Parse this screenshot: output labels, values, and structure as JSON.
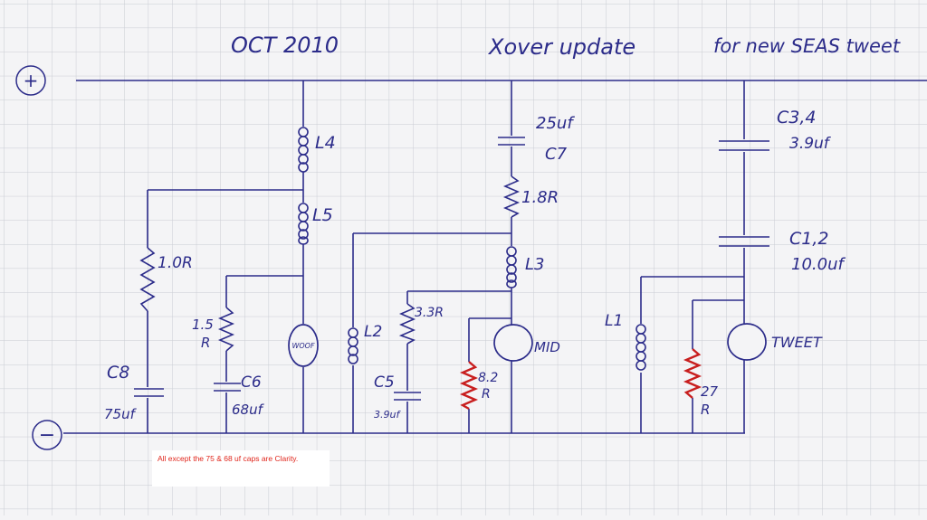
{
  "header": {
    "date": "OCT 2010",
    "title": "Xover update",
    "subtitle": "for new SEAS tweet"
  },
  "rails": {
    "positive": "+",
    "negative": "−"
  },
  "components": {
    "l4": "L4",
    "l5": "L5",
    "r_1_0": "1.0R",
    "r_1_5_num": "1.5",
    "r_1_5_unit": "R",
    "c8": "C8",
    "c8_value": "75uf",
    "c6": "C6",
    "c6_value": "68uf",
    "woofer": "WOOF",
    "c7_value": "25uf",
    "c7": "C7",
    "r_1_8": "1.8R",
    "l3": "L3",
    "l2": "L2",
    "r_3_3": "3.3R",
    "c5": "C5",
    "c5_value": "3.9uf",
    "mid": "MID",
    "r_8_2_num": "8.2",
    "r_8_2_unit": "R",
    "c34": "C3,4",
    "c34_value": "3.9uf",
    "c12": "C1,2",
    "c12_value": "10.0uf",
    "l1": "L1",
    "tweeter": "TWEET",
    "r_27_num": "27",
    "r_27_unit": "R"
  },
  "note": "All except the 75 & 68 uf caps are Clarity.",
  "colors": {
    "ink": "#2c2c8a",
    "red_ink": "#c81e1e",
    "grid": "#c9ccd3",
    "paper": "#f4f4f6",
    "note_text": "#e0261c"
  }
}
